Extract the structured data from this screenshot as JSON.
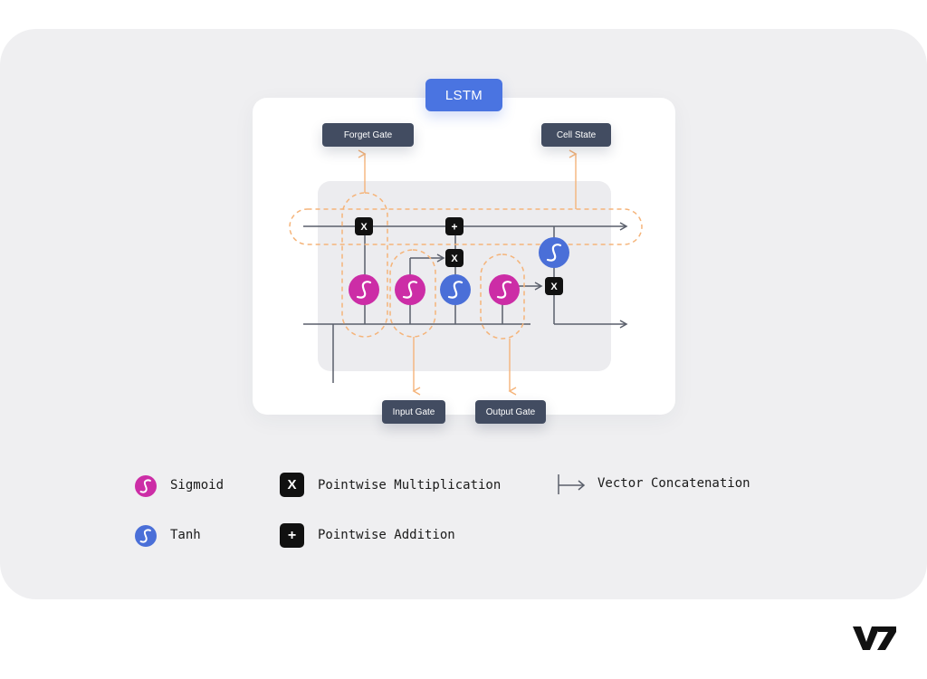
{
  "title": "LSTM",
  "labels": {
    "forget_gate": "Forget Gate",
    "cell_state": "Cell State",
    "input_gate": "Input Gate",
    "output_gate": "Output Gate"
  },
  "operators": {
    "multiply": "X",
    "add": "+"
  },
  "legend": {
    "sigmoid": "Sigmoid",
    "tanh": "Tanh",
    "pointwise_multiplication": "Pointwise Multiplication",
    "pointwise_addition": "Pointwise Addition",
    "vector_concatenation": "Vector Concatenation",
    "multiply_symbol": "X",
    "add_symbol": "+"
  },
  "logo_text": "V7",
  "colors": {
    "sigmoid": "#cc2da6",
    "tanh": "#4a6fd8",
    "title_bg": "#4a74e1",
    "label_bg": "#424c61",
    "flow_orange": "#f5b47a",
    "wire": "#5a5f6b",
    "operator_bg": "#111111"
  }
}
